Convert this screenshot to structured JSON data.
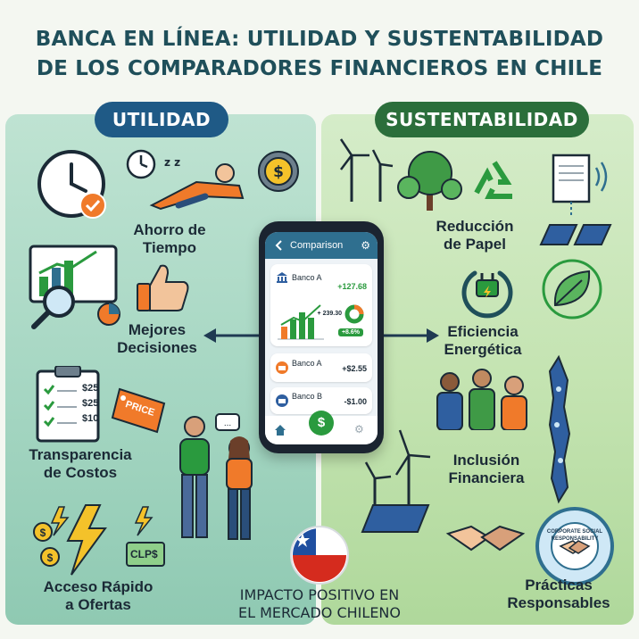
{
  "title": {
    "line1": "BANCA EN LÍNEA: UTILIDAD Y SUSTENTABILIDAD",
    "line2": "DE LOS COMPARADORES FINANCIEROS EN CHILE"
  },
  "left": {
    "header": "UTILIDAD",
    "items": [
      {
        "line1": "Ahorro de",
        "line2": "Tiempo"
      },
      {
        "line1": "Mejores",
        "line2": "Decisiones"
      },
      {
        "line1": "Transparencia",
        "line2": "de Costos"
      },
      {
        "line1": "Acceso Rápido",
        "line2": "a Ofertas"
      }
    ],
    "price_tag": "PRICE",
    "price_lines": [
      "$25",
      "$25",
      "$10"
    ],
    "note": "CLP$"
  },
  "right": {
    "header": "SUSTENTABILIDAD",
    "items": [
      {
        "line1": "Reducción",
        "line2": "de Papel"
      },
      {
        "line1": "Eficiencia",
        "line2": "Energética"
      },
      {
        "line1": "Inclusión",
        "line2": "Financiera"
      },
      {
        "line1": "Prácticas",
        "line2": "Responsables"
      }
    ],
    "badge": "CORPORATE SOCIAL RESPONSABILITY"
  },
  "phone": {
    "app_title": "Comparison",
    "rows": [
      {
        "bank": "Banco A",
        "amount": "+127.68"
      },
      {
        "bank": "Banco A",
        "amount": "+$2.55"
      },
      {
        "bank": "Banco B",
        "amount": "-$1.00"
      }
    ],
    "chart_value": "+ 239.30",
    "chart_change": "+8.6%",
    "center_icon": "$"
  },
  "impact": {
    "line1": "IMPACTO POSITIVO EN",
    "line2": "EL MERCADO CHILENO"
  },
  "colors": {
    "title": "#1f4f5a",
    "utilidad": "#1f5a86",
    "sustentabilidad": "#2b6e3b",
    "accent_orange": "#f07a2a",
    "accent_green": "#2a9a3e"
  }
}
